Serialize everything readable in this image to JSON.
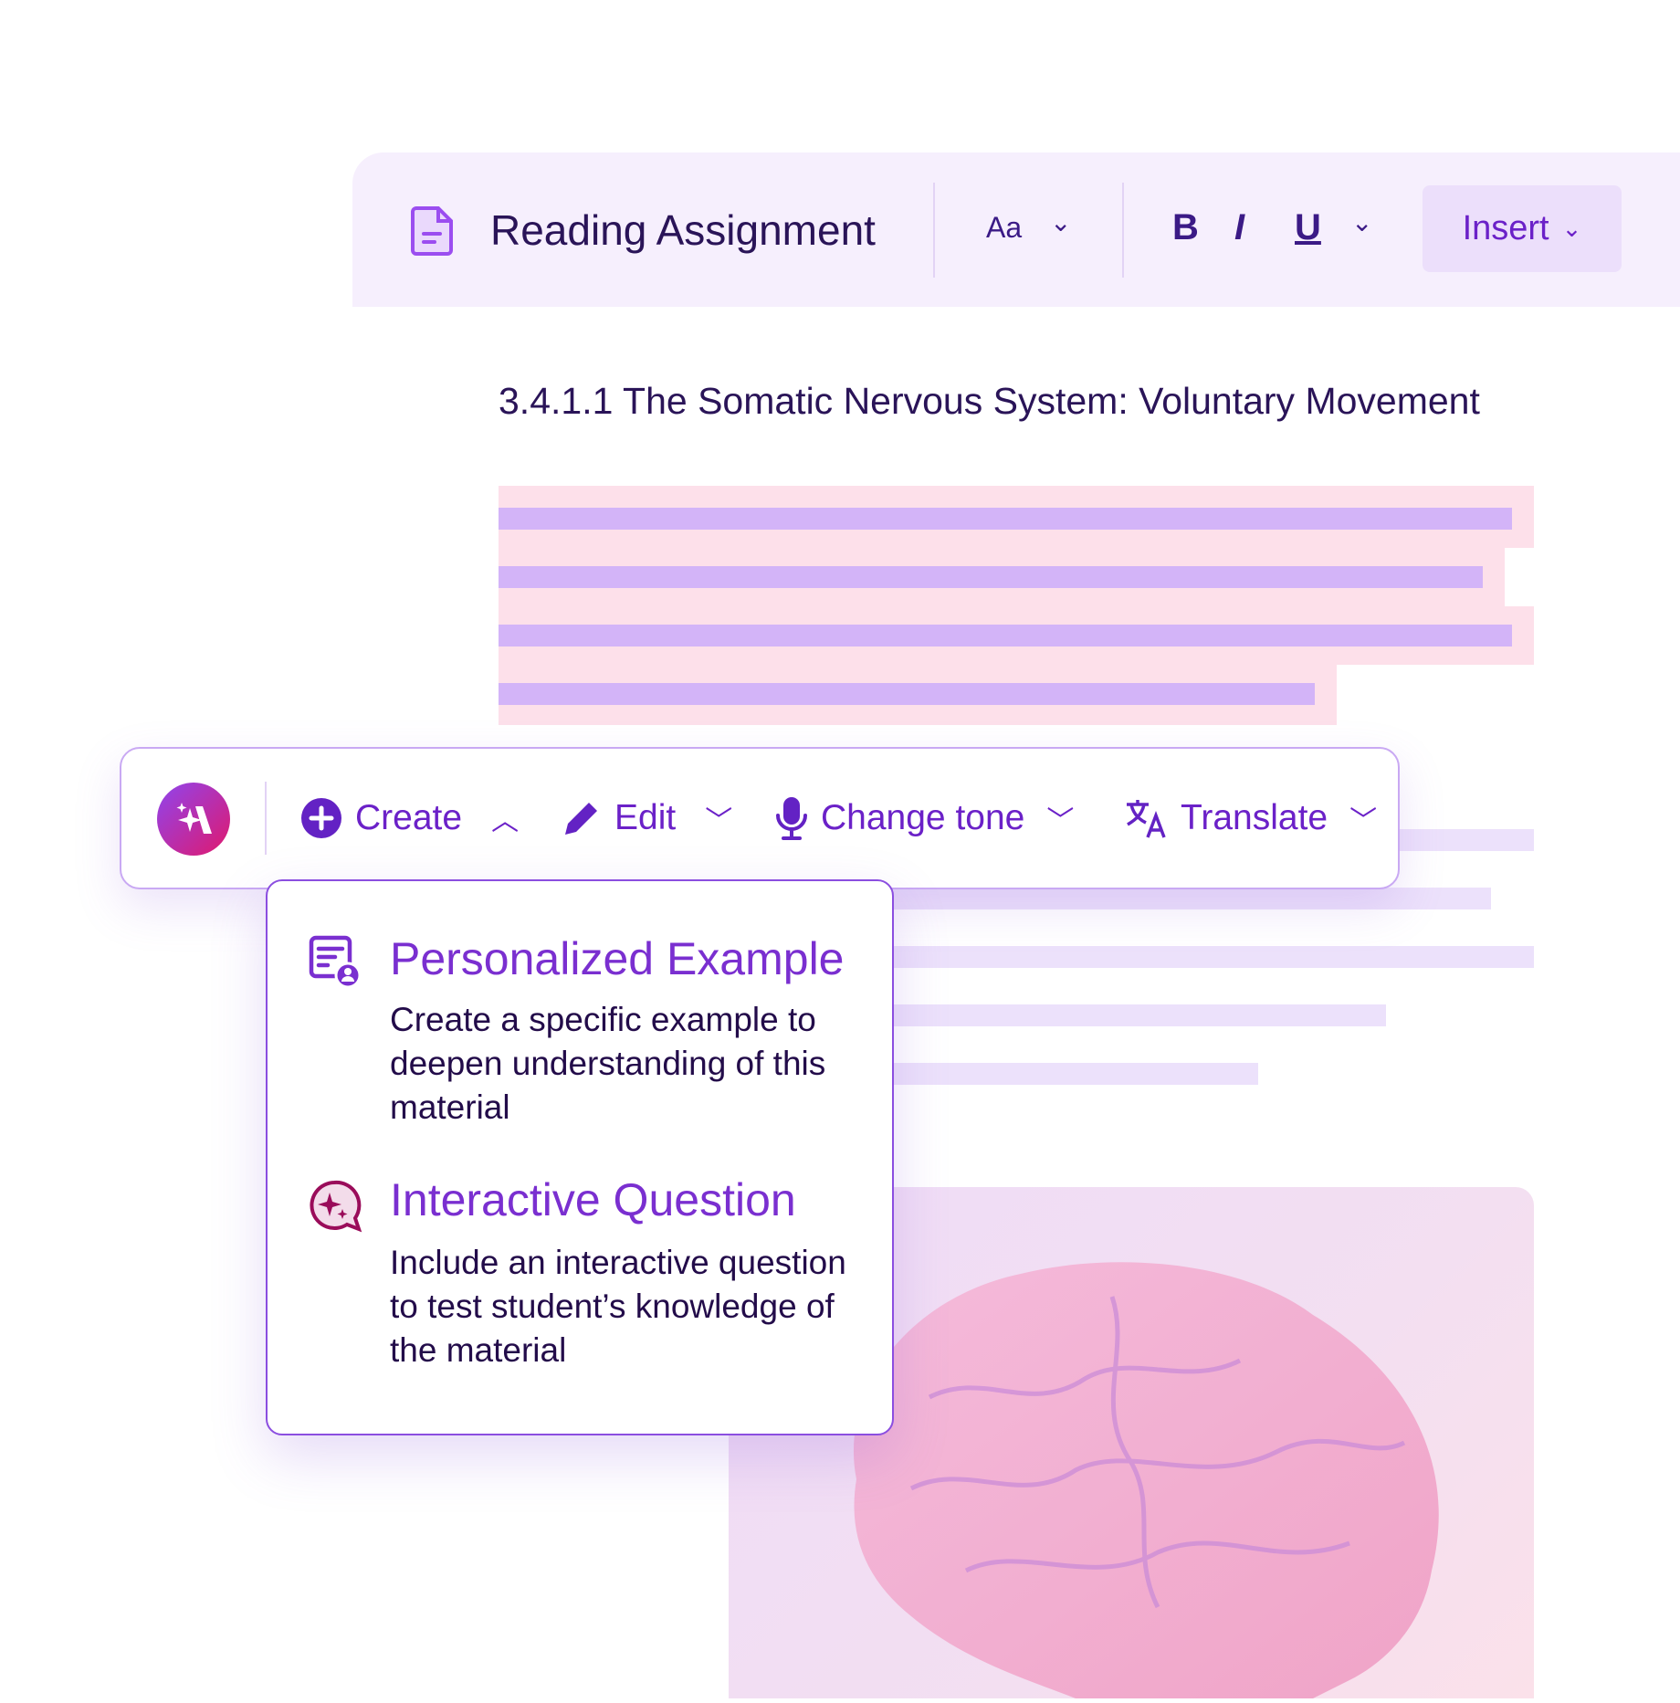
{
  "document": {
    "title": "Reading Assignment",
    "font_label": "Aa",
    "bold": "B",
    "italic": "I",
    "underline": "U",
    "insert_label": "Insert",
    "heading": "3.4.1.1 The Somatic Nervous System: Voluntary Movement"
  },
  "ai_toolbar": {
    "create": "Create",
    "edit": "Edit",
    "change_tone": "Change tone",
    "translate": "Translate"
  },
  "create_menu": [
    {
      "title": "Personalized Example",
      "description": "Create a specific example to deepen understanding of this material",
      "icon": "document-user-icon"
    },
    {
      "title": "Interactive Question",
      "description": "Include an interactive question to test student’s knowledge of the material",
      "icon": "sparkle-chat-icon"
    }
  ],
  "colors": {
    "accent": "#6b21c8",
    "toolbar_bg": "#f6effd",
    "highlight": "#fde0ea",
    "text_line": "#d3b4f8"
  }
}
